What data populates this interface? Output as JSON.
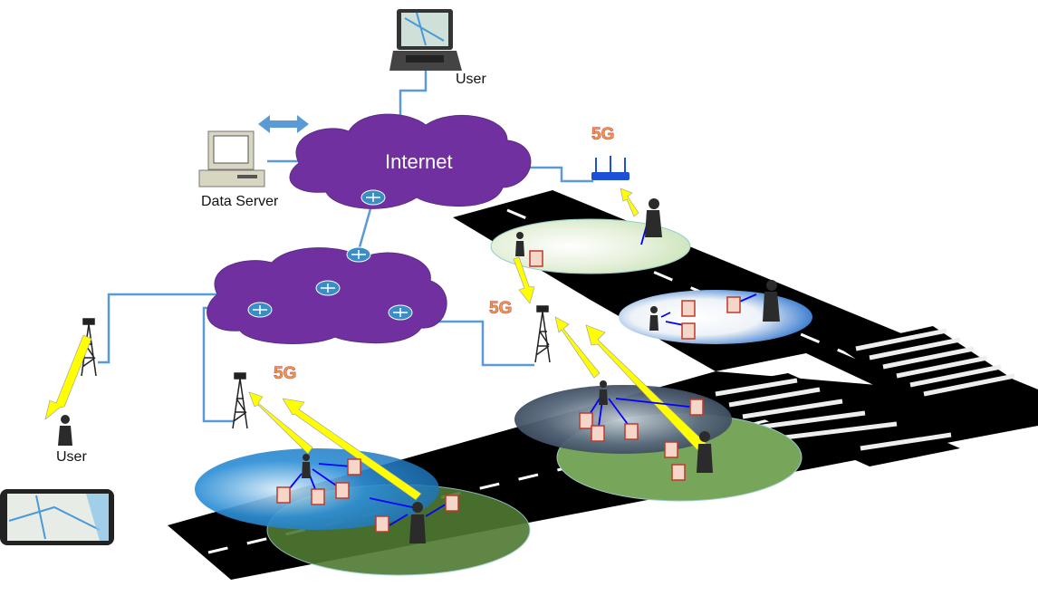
{
  "labels": {
    "user_top": "User",
    "internet": "Internet",
    "data_server": "Data Server",
    "user_left": "User",
    "fiveg_router": "5G",
    "fiveg_tower_mid": "5G",
    "fiveg_tower_left": "5G"
  },
  "colors": {
    "cloud": "#7030a0",
    "link": "#5b9bd5",
    "uplink_arrow": "#ffff00",
    "device_arrow": "#0000ff",
    "road": "#000000",
    "fiveg_text": "#f79646"
  },
  "icons": [
    "laptop-icon",
    "server-computer-icon",
    "double-arrow-icon",
    "router-icon",
    "wifi-router-icon",
    "cell-tower-icon",
    "person-icon",
    "sensor-device-icon",
    "smartphone-icon"
  ]
}
